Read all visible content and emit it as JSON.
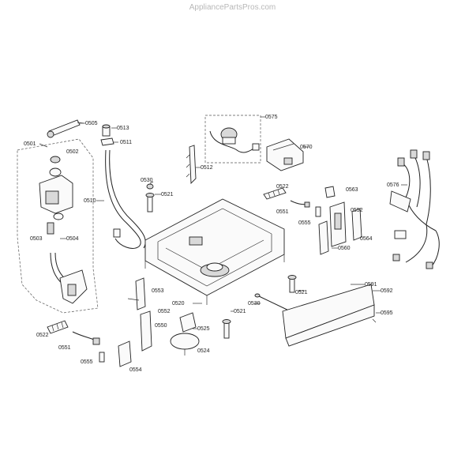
{
  "watermark": "AppliancePartsPros.com",
  "callouts": {
    "c0505": "0505",
    "c0513": "0513",
    "c0511": "0511",
    "c0501": "0501",
    "c0502": "0502",
    "c0512": "0512",
    "c0575": "0575",
    "c0570": "0570",
    "c0576": "0576",
    "c0522a": "0522",
    "c0563": "0563",
    "c0530a": "0530",
    "c0521a": "0521",
    "c0551a": "0551",
    "c0552a": "0552",
    "c0555a": "0555",
    "c0564": "0564",
    "c0510": "0510",
    "c0503": "0503",
    "c0504": "0504",
    "c0560": "0560",
    "c0591": "0591",
    "c0592": "0592",
    "c0553": "0553",
    "c0521b": "0521",
    "c0520": "0520",
    "c0530b": "0530",
    "c0552b": "0552",
    "c0595": "0595",
    "c0550": "0550",
    "c0525": "0525",
    "c0521c": "0521",
    "c0522b": "0522",
    "c0524": "0524",
    "c0551b": "0551",
    "c0555b": "0555",
    "c0554": "0554"
  }
}
